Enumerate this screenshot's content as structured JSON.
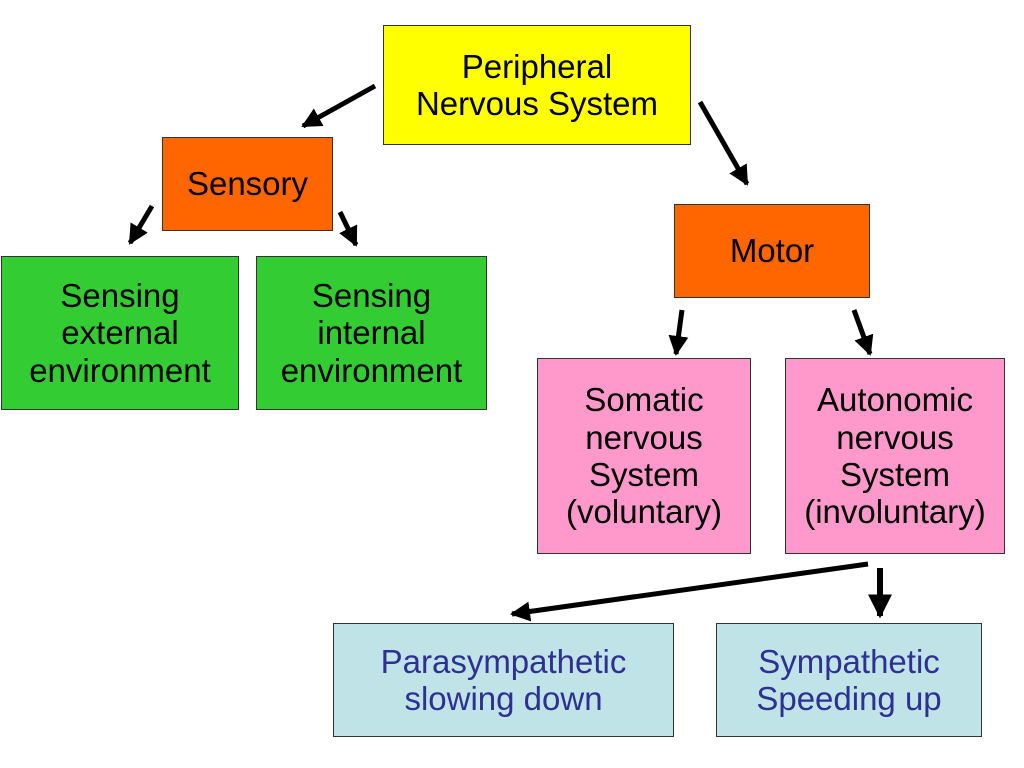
{
  "nodes": {
    "pns": {
      "lines": [
        "Peripheral",
        "Nervous System"
      ],
      "color": "#ffff00"
    },
    "sensory": {
      "lines": [
        "Sensory"
      ],
      "color": "#ff6600"
    },
    "motor": {
      "lines": [
        "Motor"
      ],
      "color": "#ff6600"
    },
    "sensing_external": {
      "lines": [
        "Sensing",
        "external",
        "environment"
      ],
      "color": "#33cc33"
    },
    "sensing_internal": {
      "lines": [
        "Sensing",
        "internal",
        "environment"
      ],
      "color": "#33cc33"
    },
    "somatic": {
      "lines": [
        "Somatic",
        "nervous",
        "System",
        "(voluntary)"
      ],
      "color": "#ff99cc"
    },
    "autonomic": {
      "lines": [
        "Autonomic",
        "nervous",
        "System",
        "(involuntary)"
      ],
      "color": "#ff99cc"
    },
    "parasympathetic": {
      "lines": [
        "Parasympathetic",
        "slowing down"
      ],
      "color": "#bfe3e6",
      "text_color": "#2e3092"
    },
    "sympathetic": {
      "lines": [
        "Sympathetic",
        "Speeding up"
      ],
      "color": "#bfe3e6",
      "text_color": "#2e3092"
    }
  },
  "edges": [
    {
      "from": "pns",
      "to": "sensory"
    },
    {
      "from": "pns",
      "to": "motor"
    },
    {
      "from": "sensory",
      "to": "sensing_external"
    },
    {
      "from": "sensory",
      "to": "sensing_internal"
    },
    {
      "from": "motor",
      "to": "somatic"
    },
    {
      "from": "motor",
      "to": "autonomic"
    },
    {
      "from": "autonomic",
      "to": "parasympathetic"
    },
    {
      "from": "autonomic",
      "to": "sympathetic"
    }
  ]
}
